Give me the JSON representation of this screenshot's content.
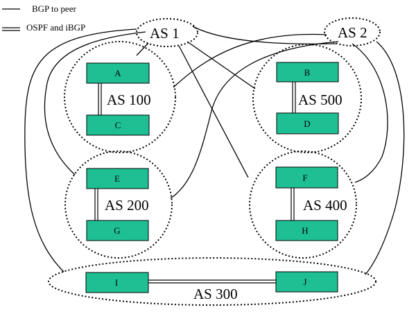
{
  "legend": {
    "bgp_label": "BGP to peer",
    "ospf_label": "OSPF and iBGP"
  },
  "autonomous_systems": {
    "as1": "AS 1",
    "as2": "AS 2",
    "as100": "AS 100",
    "as500": "AS 500",
    "as200": "AS 200",
    "as400": "AS 400",
    "as300": "AS 300"
  },
  "routers": {
    "a": "A",
    "b": "B",
    "c": "C",
    "d": "D",
    "e": "E",
    "f": "F",
    "g": "G",
    "h": "H",
    "i": "I",
    "j": "J"
  },
  "colors": {
    "router_fill": "#1fbf94",
    "line": "#000000"
  }
}
